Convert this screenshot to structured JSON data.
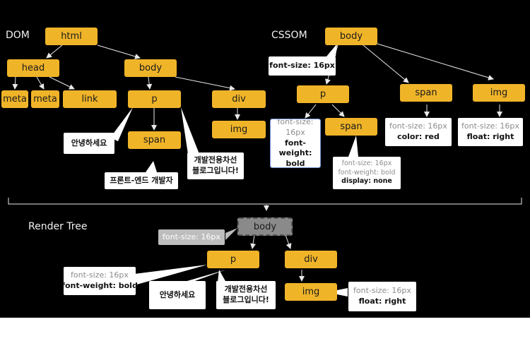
{
  "titles": {
    "dom": "DOM",
    "cssom": "CSSOM",
    "render": "Render Tree"
  },
  "dom": {
    "html": "html",
    "head": "head",
    "body": "body",
    "meta1": "meta",
    "meta2": "meta",
    "link": "link",
    "p": "p",
    "div": "div",
    "span": "span",
    "img": "img"
  },
  "dom_text": {
    "hello": "안녕하세요",
    "frontend": "프론트-엔드 개발자",
    "blog_line1": "개발전용차선",
    "blog_line2": "블로그입니다!"
  },
  "cssom": {
    "body": "body",
    "p": "p",
    "span_child": "span",
    "span": "span",
    "img": "img",
    "body_note": "font-size: 16px",
    "p_note": [
      "font-size:",
      "16px",
      "font-weight:",
      "bold"
    ],
    "span_child_note": [
      "font-size: 16px",
      "font-weight: bold",
      "display: none"
    ],
    "span_note": [
      "font-size: 16px",
      "color: red"
    ],
    "img_note": [
      "font-size: 16px",
      "float: right"
    ]
  },
  "render": {
    "body": "body",
    "p": "p",
    "div": "div",
    "img": "img",
    "body_note": "font-size: 16px",
    "p_note": [
      "font-size: 16px",
      "font-weight: bold"
    ],
    "hello": "안녕하세요",
    "blog_line1": "개발전용차선",
    "blog_line2": "블로그입니다!",
    "img_note": [
      "font-size: 16px",
      "float: right"
    ]
  }
}
